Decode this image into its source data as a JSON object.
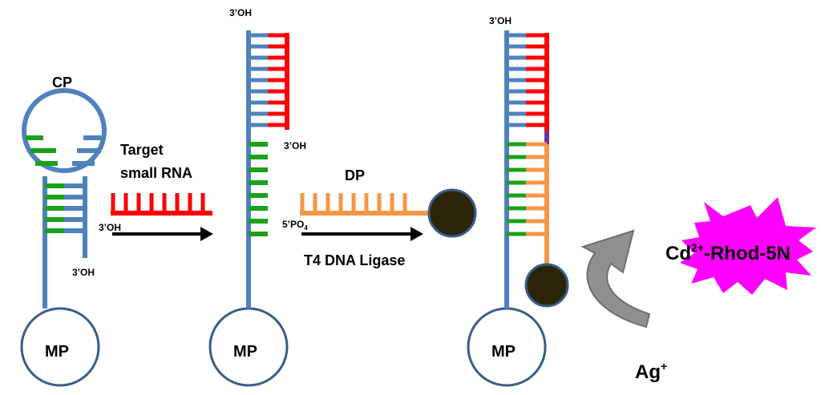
{
  "labels": {
    "cp": "CP",
    "target_line1": "Target",
    "target_line2": "small RNA",
    "dp": "DP",
    "ligase": "T4 DNA Ligase",
    "mp1": "MP",
    "mp2": "MP",
    "mp3": "MP",
    "oh_target": "3’OH",
    "oh_cp": "3’OH",
    "oh_panel2_top": "3’OH",
    "oh_panel2_mid": "3’OH",
    "oh_panel3_top": "3’OH",
    "po4_prefix": "5’PO",
    "po4_sub": "4",
    "rhod_a": "Cd",
    "rhod_sup": "2+",
    "rhod_b": "-Rhod-5N",
    "ag": "Ag",
    "ag_sup": "+"
  },
  "colors": {
    "backbone": "#4f81bd",
    "outline": "#385d8a",
    "target_rna": "#ff0000",
    "cp_stem": "#1aa01a",
    "dp": "#f79646",
    "junction": "#7030a0",
    "nanoparticle": "#2b2408",
    "burst": "#ff00ff",
    "arrow_gray": "#909090"
  }
}
